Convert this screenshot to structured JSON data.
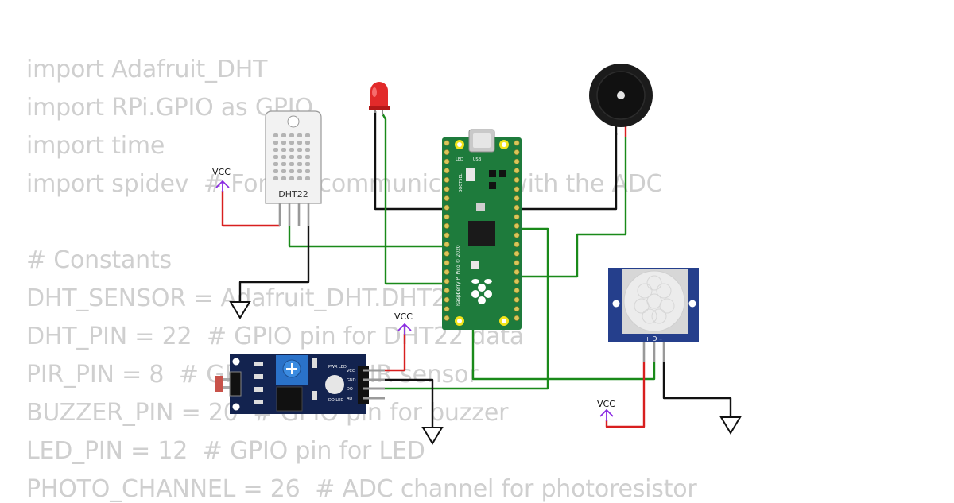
{
  "code": {
    "lines": [
      "import Adafruit_DHT",
      "import RPi.GPIO as GPIO",
      "import time",
      "import spidev  # For SPI communication with the ADC",
      "",
      "# Constants",
      "DHT_SENSOR = Adafruit_DHT.DHT22",
      "DHT_PIN = 22  # GPIO pin for DHT22 data",
      "PIR_PIN = 8  # GPIO pin for PIR sensor",
      "BUZZER_PIN = 20  # GPIO pin for buzzer",
      "LED_PIN = 12  # GPIO pin for LED",
      "PHOTO_CHANNEL = 26  # ADC channel for photoresistor"
    ]
  },
  "labels": {
    "dht22": "DHT22",
    "vcc_dht": "VCC",
    "vcc_ldr": "VCC",
    "vcc_pir": "VCC",
    "pico_brand": "Raspberry Pi Pico © 2020",
    "pico_usb": "USB",
    "pico_led": "LED",
    "pico_bootsel": "BOOTSEL",
    "ldr_pwr": "PWR LED",
    "ldr_do_led": "DO LED",
    "ldr_pins": [
      "VCC",
      "GND",
      "DO",
      "AO"
    ],
    "pir_pins": "+  D  –"
  },
  "colors": {
    "wire_green": "#1a8a1a",
    "wire_black": "#111111",
    "wire_red": "#d81f1f",
    "vcc_purple": "#8a2be2",
    "pico_board": "#1e7b3c",
    "pir_board": "#253f8c",
    "ldr_board": "#13234f",
    "code_text": "#cfcfcf"
  }
}
